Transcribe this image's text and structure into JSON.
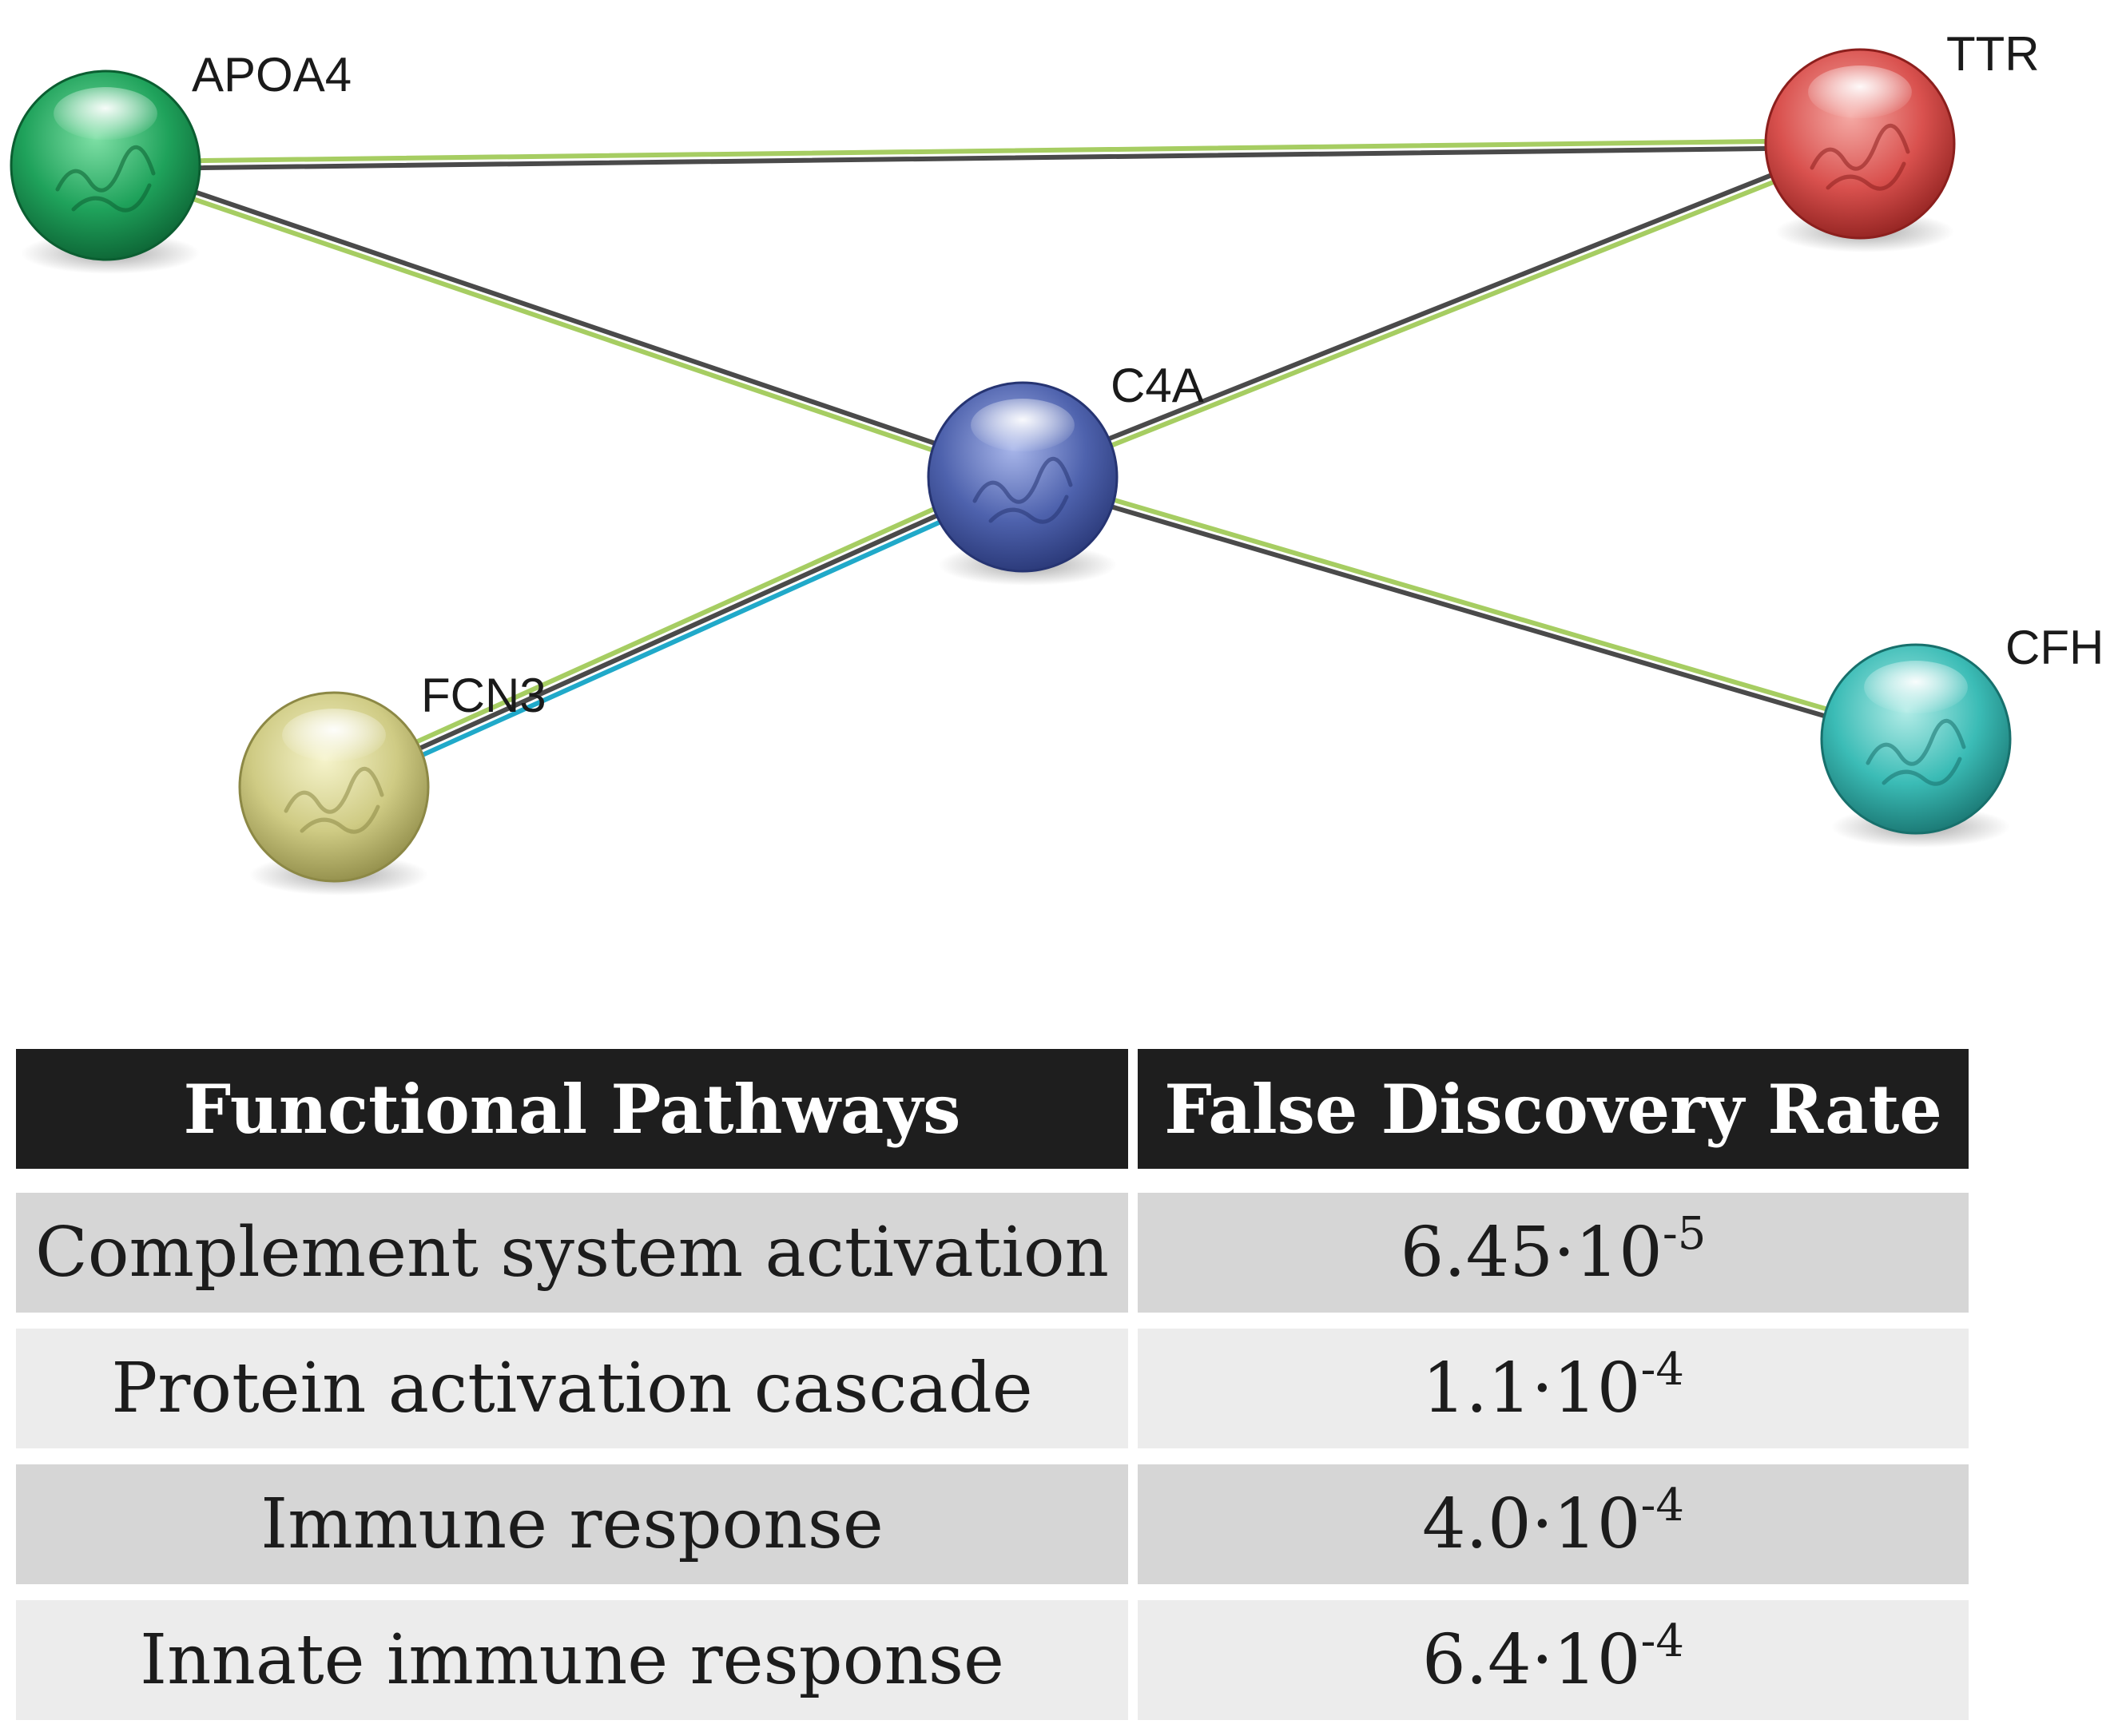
{
  "network": {
    "nodes": [
      {
        "id": "APOA4",
        "label": "APOA4",
        "color": "#1fa25b",
        "light": "#7fe0a6",
        "dark": "#0b5e31",
        "icon": "protein-structure-icon"
      },
      {
        "id": "TTR",
        "label": "TTR",
        "color": "#d9514e",
        "light": "#f5aaa5",
        "dark": "#8c1f1d",
        "icon": "protein-structure-icon"
      },
      {
        "id": "C4A",
        "label": "C4A",
        "color": "#4e62ad",
        "light": "#a8b6ea",
        "dark": "#263472",
        "icon": "protein-structure-icon"
      },
      {
        "id": "FCN3",
        "label": "FCN3",
        "color": "#cfcb84",
        "light": "#f6f4cc",
        "dark": "#8c8845",
        "icon": "protein-structure-icon"
      },
      {
        "id": "CFH",
        "label": "CFH",
        "color": "#3bbcb6",
        "light": "#b2ece7",
        "dark": "#17706c",
        "icon": "protein-structure-icon"
      }
    ],
    "edges": [
      {
        "source": "APOA4",
        "target": "TTR",
        "evidence": [
          "text-mining",
          "co-expression"
        ]
      },
      {
        "source": "APOA4",
        "target": "C4A",
        "evidence": [
          "co-expression",
          "text-mining"
        ]
      },
      {
        "source": "TTR",
        "target": "C4A",
        "evidence": [
          "text-mining",
          "co-expression"
        ]
      },
      {
        "source": "C4A",
        "target": "FCN3",
        "evidence": [
          "database",
          "co-expression",
          "text-mining"
        ]
      },
      {
        "source": "C4A",
        "target": "CFH",
        "evidence": [
          "text-mining",
          "co-expression"
        ]
      }
    ],
    "evidence_colors": {
      "text-mining": "#a6cd62",
      "co-expression": "#4a4a4a",
      "database": "#20a9c9"
    }
  },
  "table": {
    "headers": [
      "Functional Pathways",
      "False Discovery Rate"
    ],
    "rows": [
      {
        "pathway": "Complement system activation",
        "fdr_mantissa": "6.45·10",
        "fdr_exponent": "-5"
      },
      {
        "pathway": "Protein activation cascade",
        "fdr_mantissa": "1.1·10",
        "fdr_exponent": "-4"
      },
      {
        "pathway": "Immune response",
        "fdr_mantissa": "4.0·10",
        "fdr_exponent": "-4"
      },
      {
        "pathway": "Innate immune response",
        "fdr_mantissa": "6.4·10",
        "fdr_exponent": "-4"
      }
    ]
  }
}
